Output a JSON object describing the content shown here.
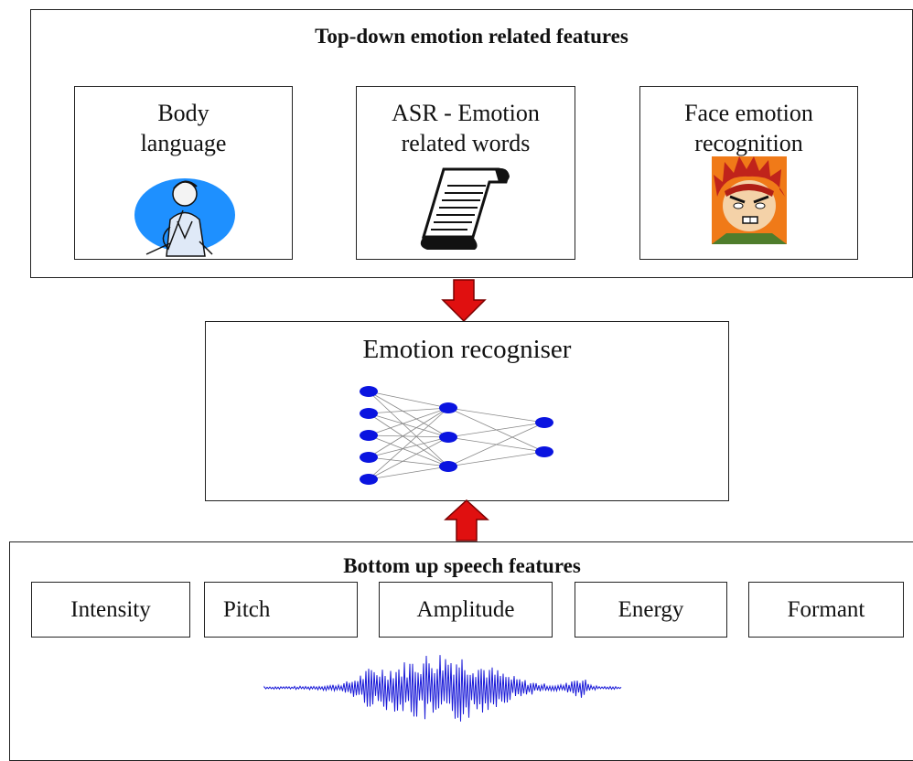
{
  "top_section": {
    "title": "Top-down emotion related features",
    "cards": [
      {
        "line1": "Body",
        "line2": "language",
        "icon": "body-language-person-icon"
      },
      {
        "line1": "ASR - Emotion",
        "line2": "related words",
        "icon": "scroll-icon"
      },
      {
        "line1": "Face emotion",
        "line2": "recognition",
        "icon": "angry-face-icon"
      }
    ]
  },
  "middle_section": {
    "title": "Emotion recogniser",
    "network": {
      "layers": [
        5,
        3,
        2
      ],
      "node_color": "#0a14e0"
    }
  },
  "bottom_section": {
    "title": "Bottom up speech features",
    "features": [
      "Intensity",
      "Pitch",
      "Amplitude",
      "Energy",
      "Formant"
    ],
    "waveform_color": "#1a1ad8"
  },
  "colors": {
    "arrow": "#e01010",
    "border": "#222222"
  }
}
